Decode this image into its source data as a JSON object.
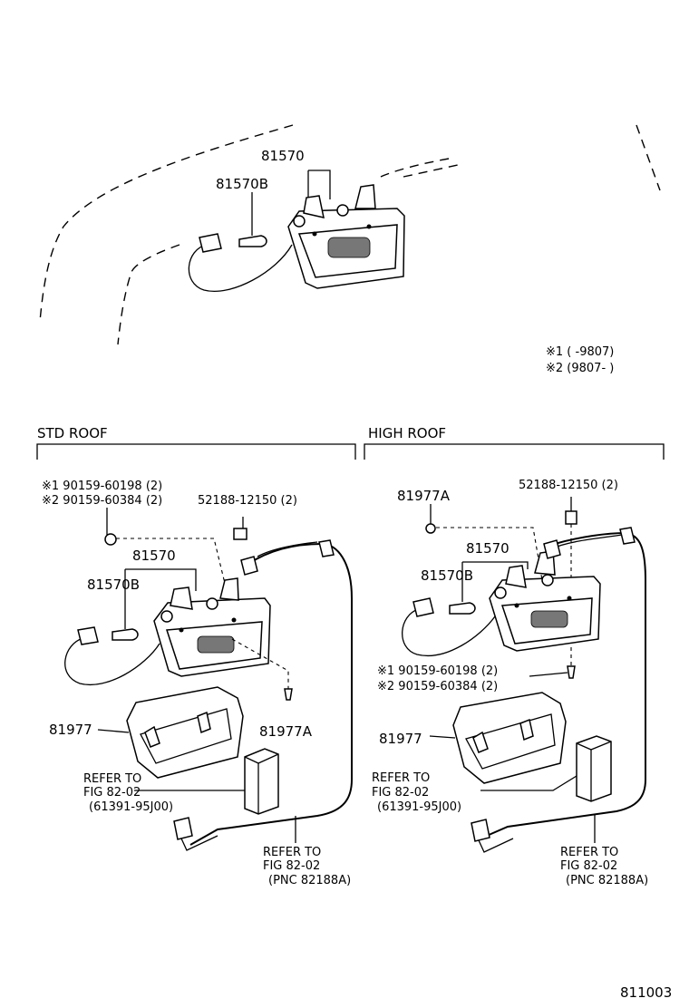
{
  "top": {
    "part_81570": "81570",
    "part_81570B": "81570B",
    "note1": "※1 (        -9807)",
    "note2": "※2 (9807-        )"
  },
  "std": {
    "title": "STD ROOF",
    "bolt1": "※1 90159-60198 (2)",
    "bolt2": "※2 90159-60384 (2)",
    "clip": "52188-12150 (2)",
    "part_81570": "81570",
    "part_81570B": "81570B",
    "part_81977": "81977",
    "part_81977A": "81977A",
    "ref1_line1": "REFER TO",
    "ref1_line2": "FIG 82-02",
    "ref1_line3": "(61391-95J00)",
    "ref2_line1": "REFER TO",
    "ref2_line2": "FIG 82-02",
    "ref2_line3": "(PNC 82188A)"
  },
  "high": {
    "title": "HIGH ROOF",
    "part_81977A": "81977A",
    "clip": "52188-12150 (2)",
    "part_81570": "81570",
    "part_81570B": "81570B",
    "bolt1": "※1 90159-60198 (2)",
    "bolt2": "※2 90159-60384 (2)",
    "part_81977": "81977",
    "ref1_line1": "REFER TO",
    "ref1_line2": "FIG 82-02",
    "ref1_line3": "(61391-95J00)",
    "ref2_line1": "REFER TO",
    "ref2_line2": "FIG 82-02",
    "ref2_line3": "(PNC 82188A)"
  },
  "figure_code": "811003"
}
